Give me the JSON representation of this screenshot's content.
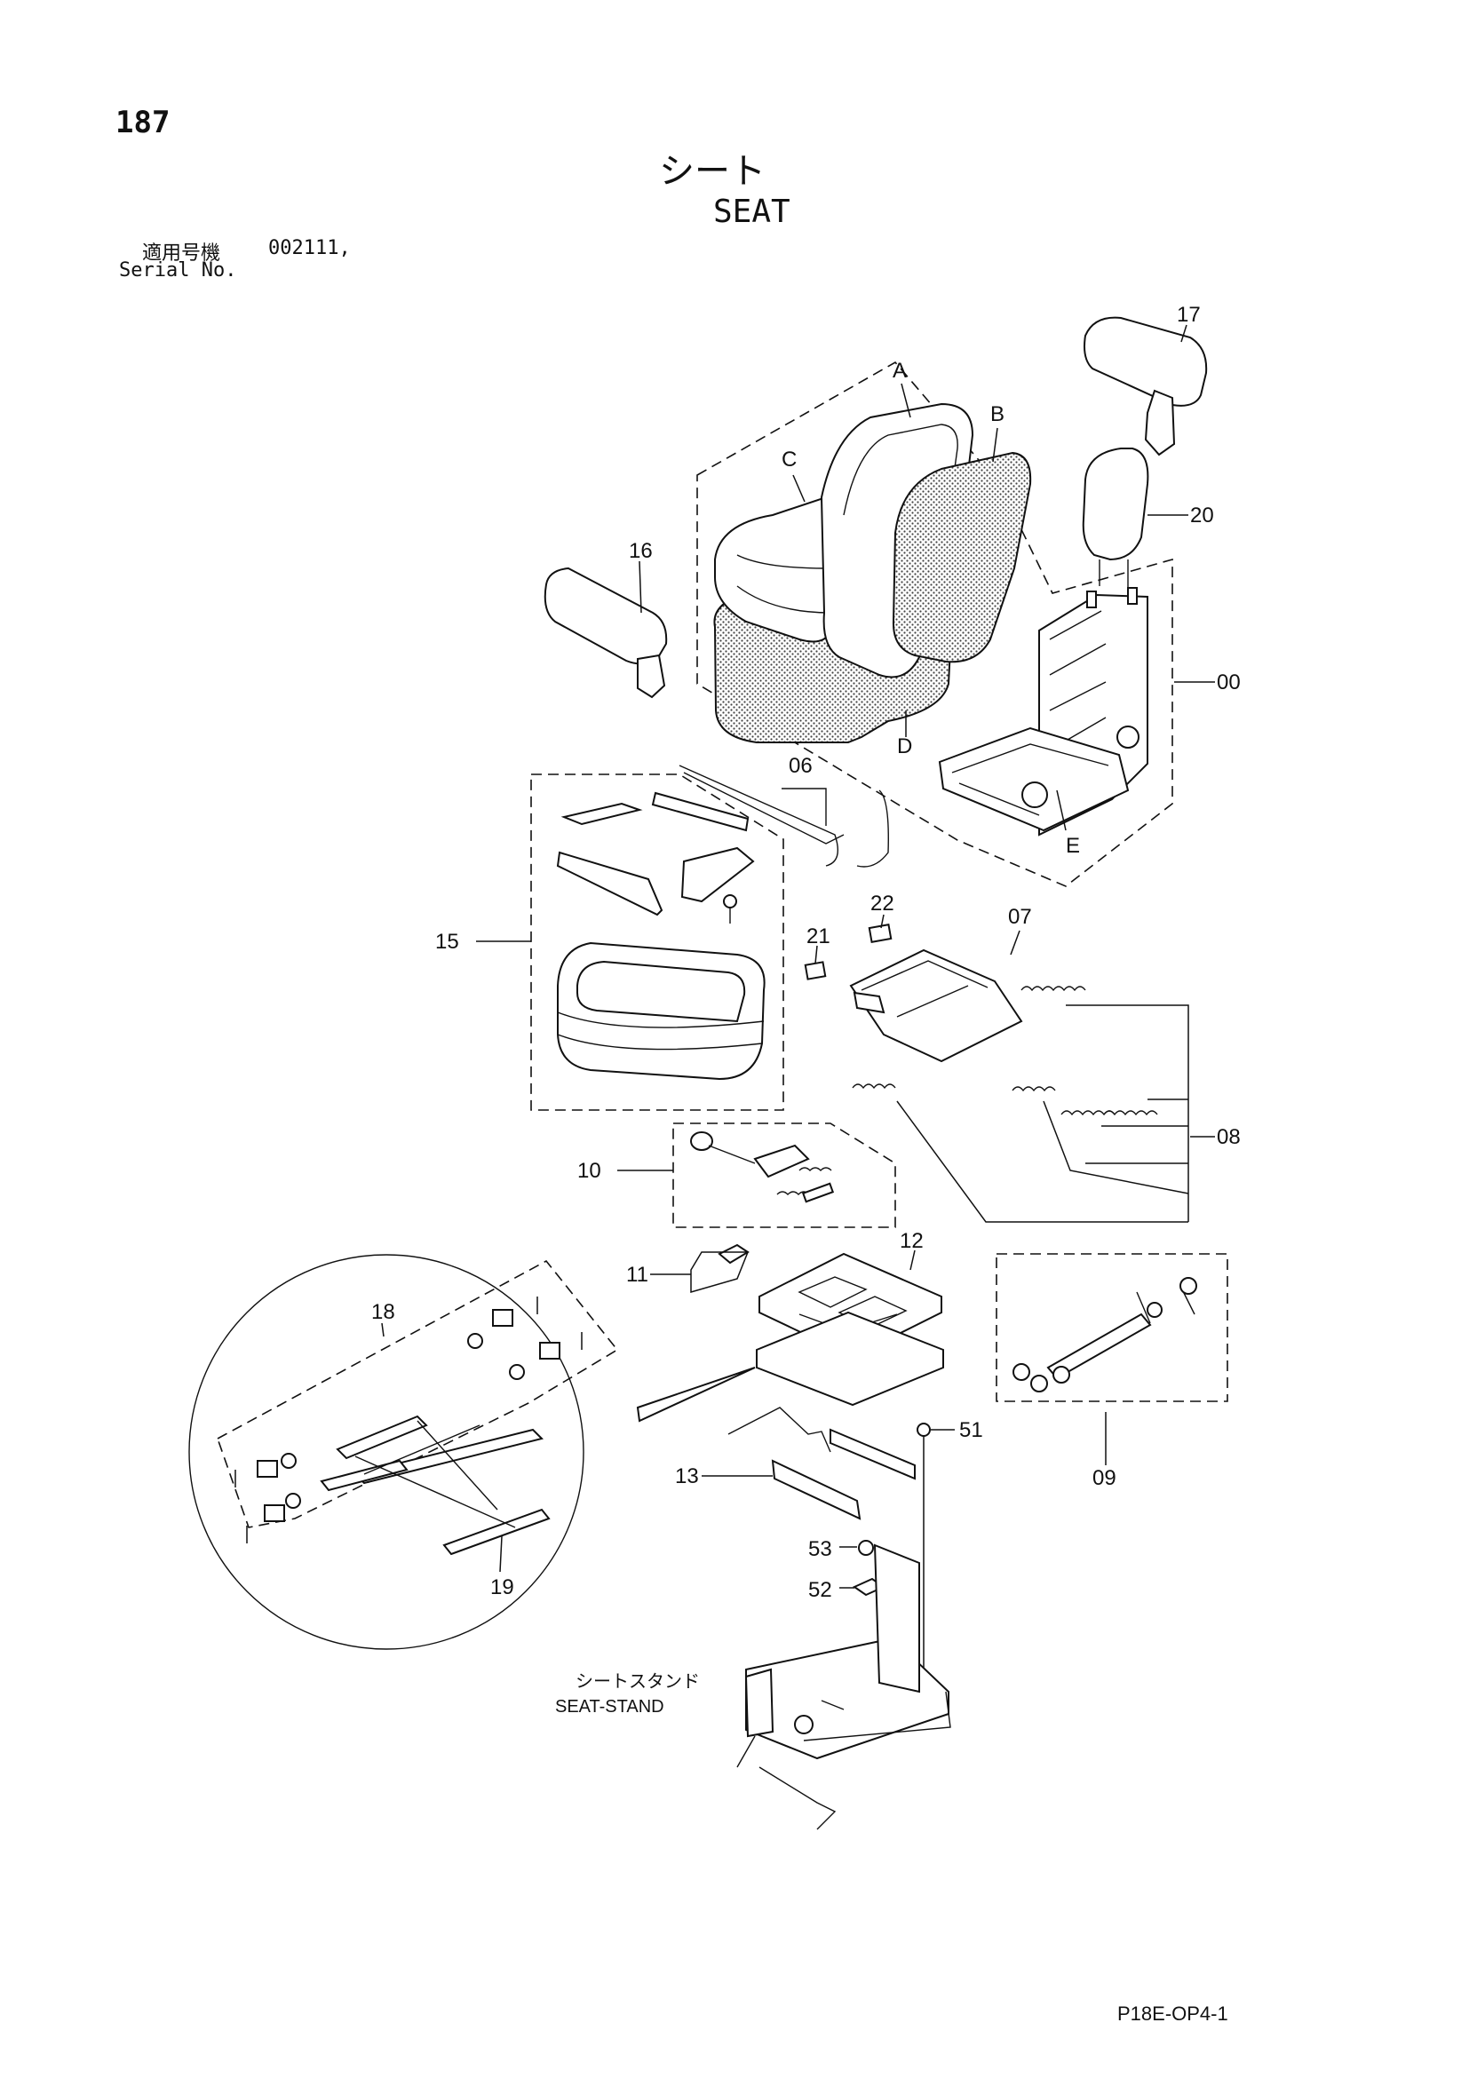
{
  "header": {
    "page_number": "187",
    "title_jp": "シート",
    "title_en": "SEAT",
    "serial_label_jp": "適用号機",
    "serial_value": "002111,",
    "serial_label_en": "Serial No."
  },
  "callouts": {
    "A": "A",
    "B": "B",
    "C": "C",
    "D": "D",
    "E": "E",
    "p00": "00",
    "p06": "06",
    "p07": "07",
    "p08": "08",
    "p09": "09",
    "p10": "10",
    "p11": "11",
    "p12": "12",
    "p13": "13",
    "p15": "15",
    "p16": "16",
    "p17": "17",
    "p18": "18",
    "p19": "19",
    "p20": "20",
    "p21": "21",
    "p22": "22",
    "p51": "51",
    "p52": "52",
    "p53": "53"
  },
  "seat_stand": {
    "label_jp": "シートスタンド",
    "label_en": "SEAT-STAND"
  },
  "footer": {
    "doc_code": "P18E-OP4-1"
  }
}
